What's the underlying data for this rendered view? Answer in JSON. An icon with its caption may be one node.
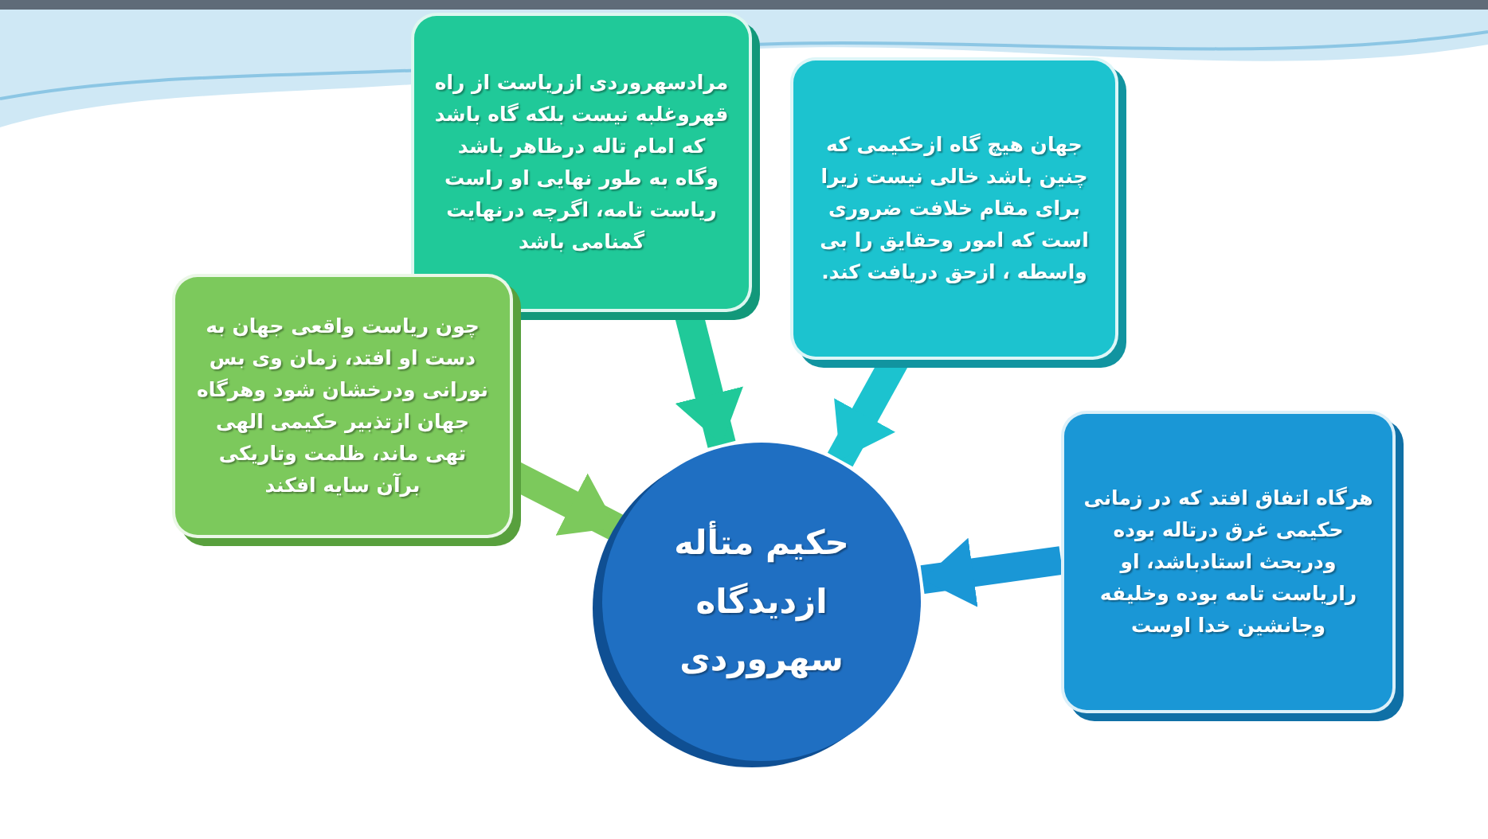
{
  "diagram": {
    "nodes": [
      {
        "text": [
          "مرادسهروردی ازریاست از راه قهروغلبه نیست بلکه گاه باشد که امام تاله درظاهر باشد وگاه به طور نهایی او راست ریاست تامه، اگرچه درنهایت گمنامی باشد"
        ]
      },
      {
        "text": [
          "جهان هیچ گاه ازحکیمی که چنین باشد خالی نیست زیرا برای مقام خلافت ضروری است که امور وحقایق را بی واسطه ، ازحق دریافت کند."
        ]
      },
      {
        "text": [
          "چون ریاست واقعی جهان به دست او افتد، زمان وی بس نورانی ودرخشان شود وهرگاه جهان ازتذبیر حکیمی الهی تهی ماند، ظلمت وتاریکی برآن سایه افکند"
        ]
      },
      {
        "text": [
          "هرگاه اتفاق افتد که در زمانی حکیمی غرق درتاله بوده ودربحث استادباشد، او راریاست تامه بوده وخلیفه وجانشین خدا اوست"
        ]
      },
      {
        "text": [
          "حکیم متأله ازدیدگاه سهروردی"
        ]
      }
    ],
    "edges": [
      {
        "from": 0,
        "to": 4,
        "arrow": "to",
        "color": "#20c999"
      },
      {
        "from": 1,
        "to": 4,
        "arrow": "to",
        "color": "#1cc3cf"
      },
      {
        "from": 2,
        "to": 4,
        "arrow": "to",
        "color": "#7cc95c"
      },
      {
        "from": 3,
        "to": 4,
        "arrow": "to",
        "color": "#1a97d6"
      }
    ]
  }
}
